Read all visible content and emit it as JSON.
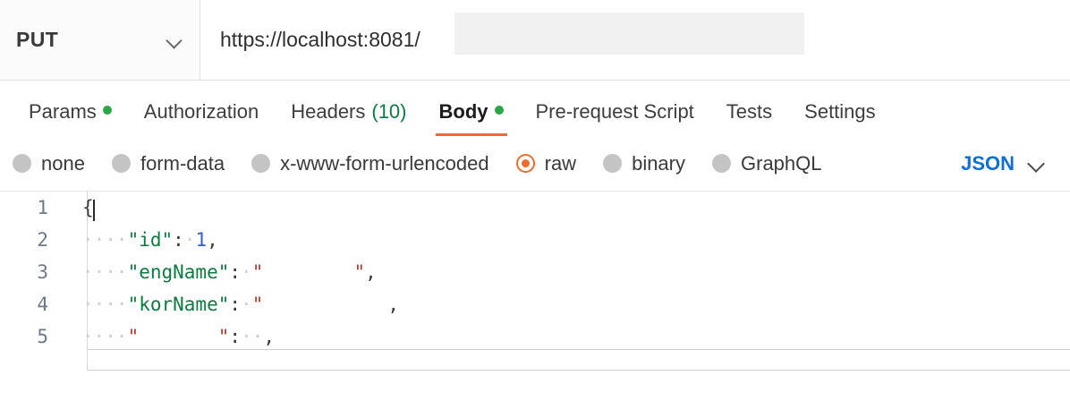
{
  "request_bar": {
    "method": "PUT",
    "method_caret_icon": "chevron-down-icon",
    "url": "https://localhost:8081/"
  },
  "tabs": [
    {
      "label": "Params",
      "has_dot": true,
      "active": false,
      "count": ""
    },
    {
      "label": "Authorization",
      "has_dot": false,
      "active": false,
      "count": ""
    },
    {
      "label": "Headers",
      "has_dot": false,
      "active": false,
      "count": "(10)"
    },
    {
      "label": "Body",
      "has_dot": true,
      "active": true,
      "count": ""
    },
    {
      "label": "Pre-request Script",
      "has_dot": false,
      "active": false,
      "count": ""
    },
    {
      "label": "Tests",
      "has_dot": false,
      "active": false,
      "count": ""
    },
    {
      "label": "Settings",
      "has_dot": false,
      "active": false,
      "count": ""
    }
  ],
  "body_modes": [
    {
      "label": "none",
      "selected": false
    },
    {
      "label": "form-data",
      "selected": false
    },
    {
      "label": "x-www-form-urlencoded",
      "selected": false
    },
    {
      "label": "raw",
      "selected": true
    },
    {
      "label": "binary",
      "selected": false
    },
    {
      "label": "GraphQL",
      "selected": false
    }
  ],
  "format": {
    "label": "JSON",
    "caret_icon": "chevron-down-icon"
  },
  "editor": {
    "lines": [
      {
        "num": "1",
        "segments": [
          {
            "t": "{",
            "c": "tok-punc"
          }
        ],
        "caret": true
      },
      {
        "num": "2",
        "segments": [
          {
            "t": "····",
            "c": "tok-dim"
          },
          {
            "t": "\"id\"",
            "c": "tok-key"
          },
          {
            "t": ":",
            "c": "tok-punc"
          },
          {
            "t": "·",
            "c": "tok-dim"
          },
          {
            "t": "1",
            "c": "tok-num"
          },
          {
            "t": ",",
            "c": "tok-punc"
          }
        ],
        "caret": false
      },
      {
        "num": "3",
        "segments": [
          {
            "t": "····",
            "c": "tok-dim"
          },
          {
            "t": "\"engName\"",
            "c": "tok-key"
          },
          {
            "t": ":",
            "c": "tok-punc"
          },
          {
            "t": "·",
            "c": "tok-dim"
          },
          {
            "t": "\"",
            "c": "tok-str"
          },
          {
            "t": "        ",
            "c": "blank"
          },
          {
            "t": "\"",
            "c": "tok-str"
          },
          {
            "t": ",",
            "c": "tok-punc"
          }
        ],
        "caret": false
      },
      {
        "num": "4",
        "segments": [
          {
            "t": "····",
            "c": "tok-dim"
          },
          {
            "t": "\"korName\"",
            "c": "tok-key"
          },
          {
            "t": ":",
            "c": "tok-punc"
          },
          {
            "t": "·",
            "c": "tok-dim"
          },
          {
            "t": "\"",
            "c": "tok-str"
          },
          {
            "t": "           ",
            "c": "blank"
          },
          {
            "t": ",",
            "c": "tok-punc"
          }
        ],
        "caret": false
      },
      {
        "num": "5",
        "segments": [
          {
            "t": "····",
            "c": "tok-dim"
          },
          {
            "t": "\"",
            "c": "tok-str"
          },
          {
            "t": "       ",
            "c": "blank"
          },
          {
            "t": "\"",
            "c": "tok-str"
          },
          {
            "t": ":",
            "c": "tok-punc"
          },
          {
            "t": "··",
            "c": "tok-dim"
          },
          {
            "t": ",",
            "c": "tok-punc"
          }
        ],
        "caret": false
      }
    ]
  },
  "colors": {
    "accent": "#ef6c2f",
    "link": "#0e6fd6",
    "green": "#29a745",
    "count_green": "#0b7d3e"
  }
}
